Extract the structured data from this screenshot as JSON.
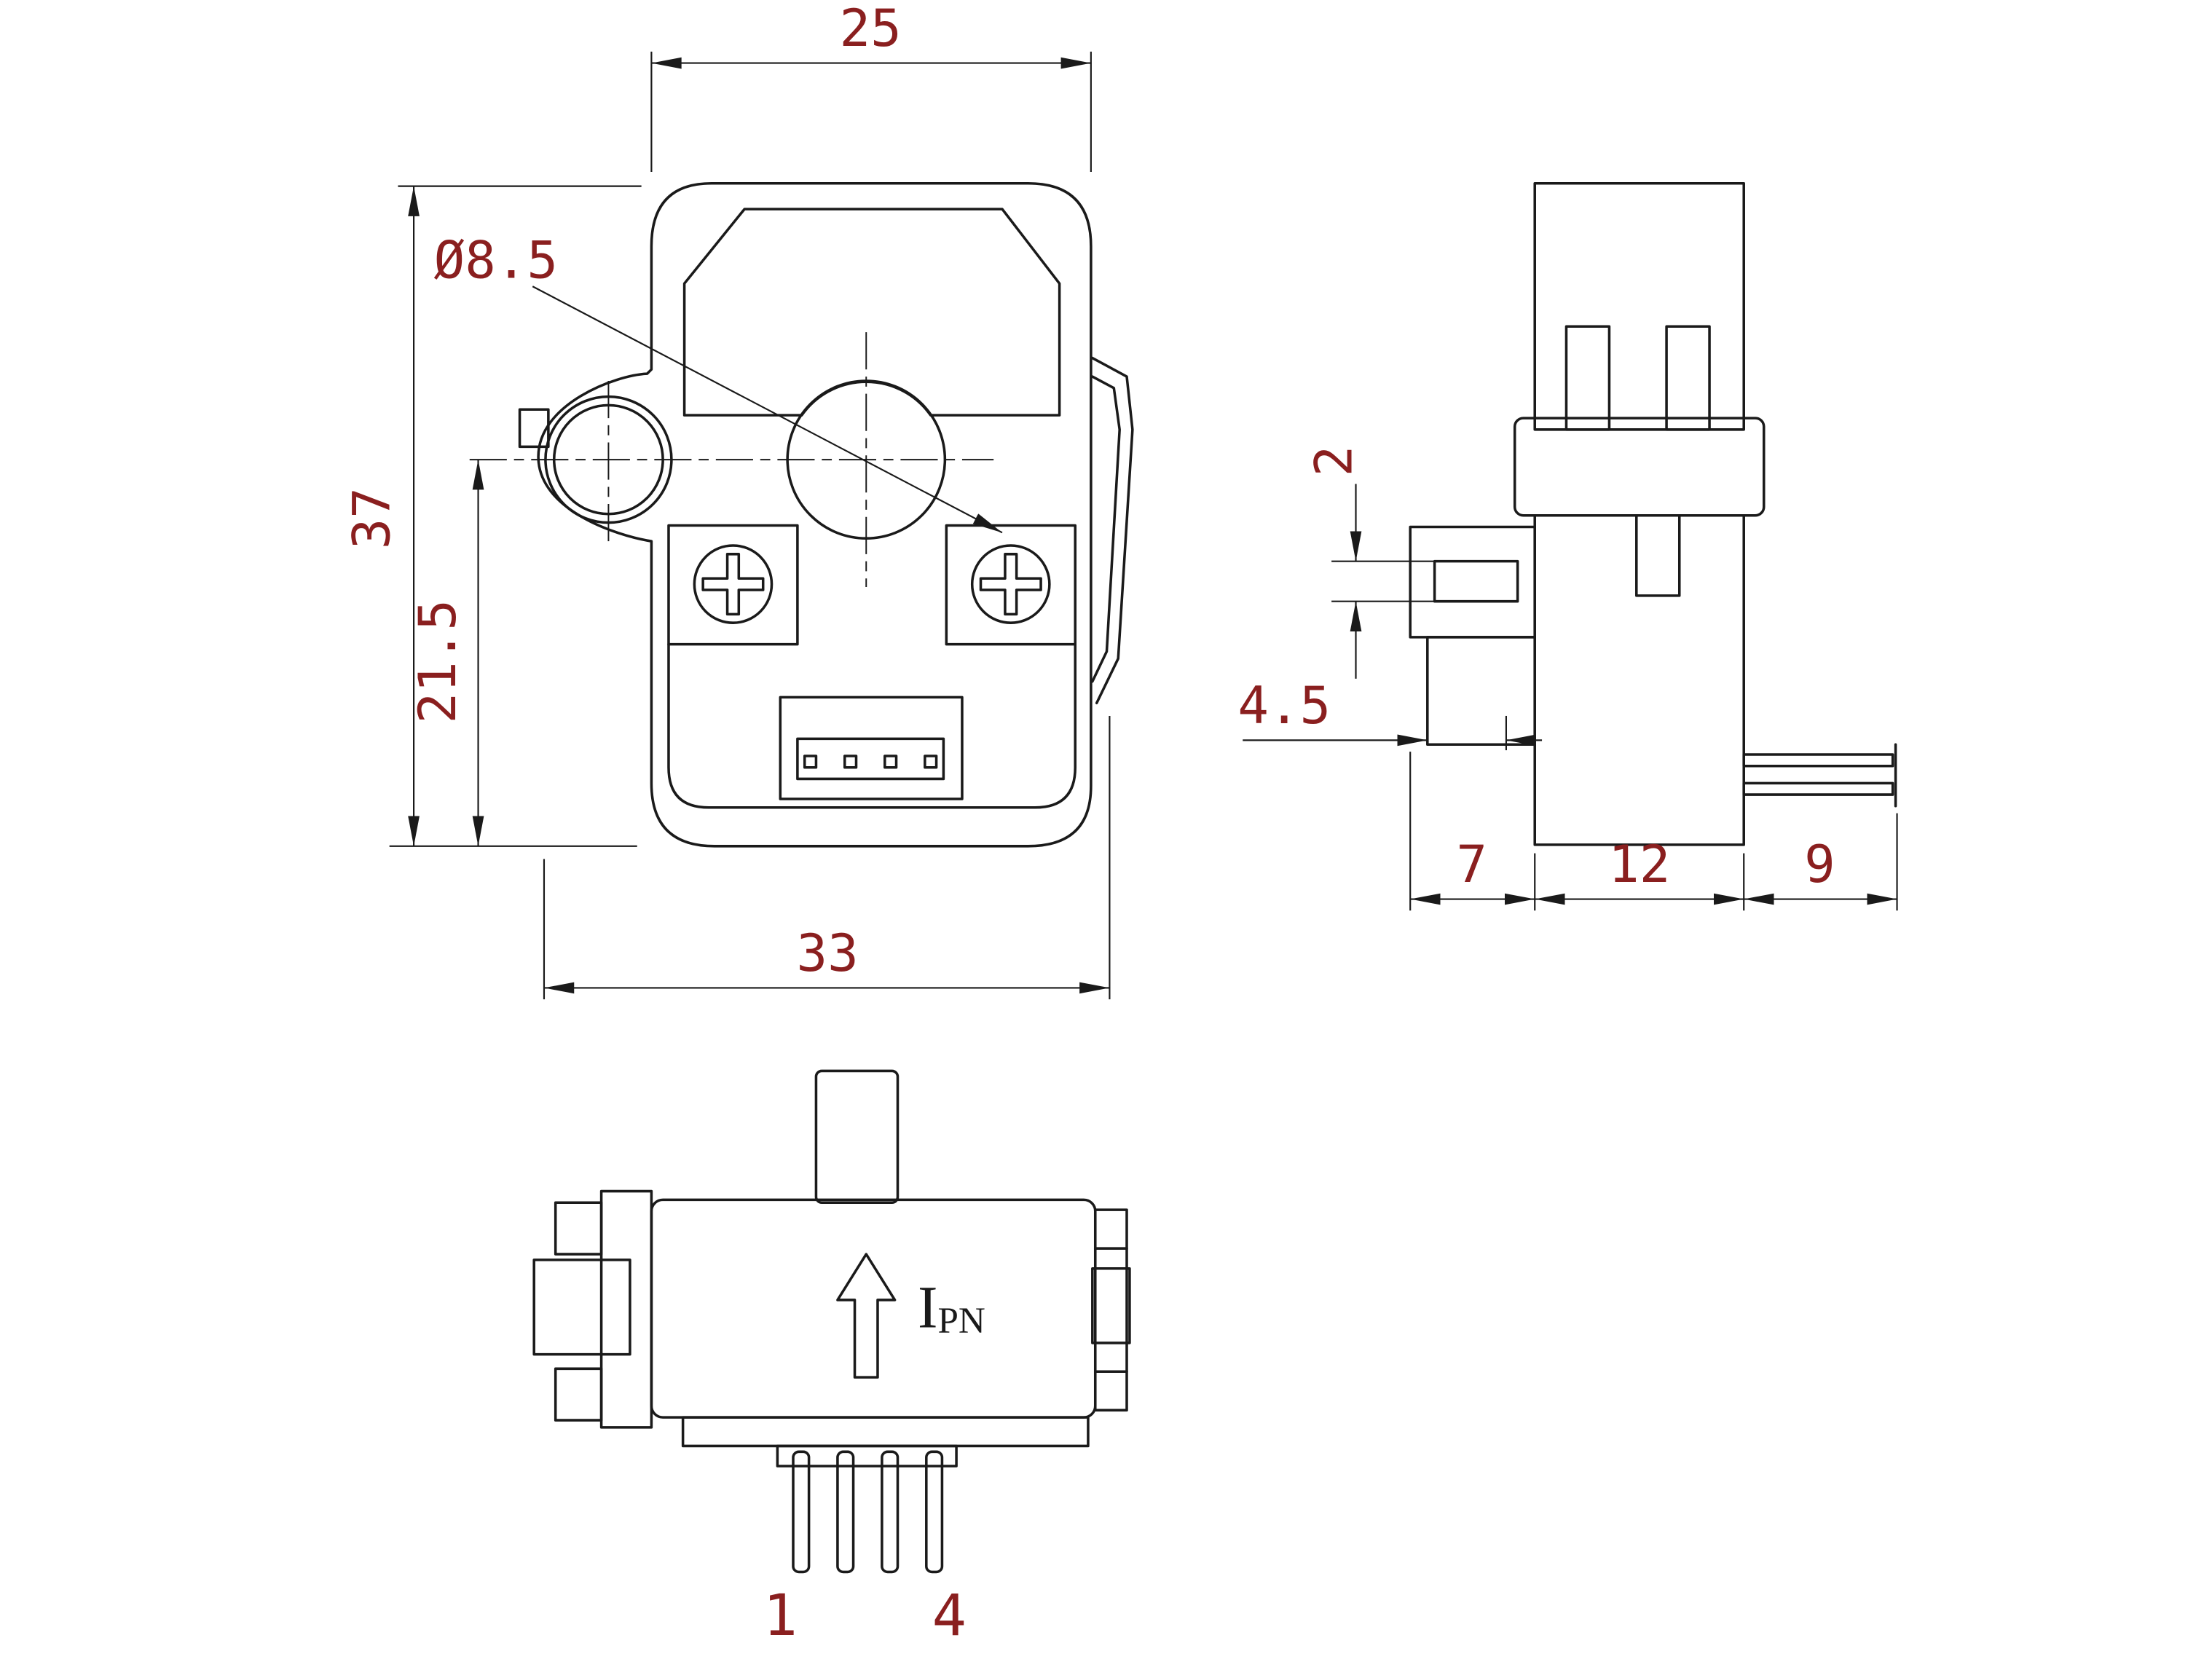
{
  "drawing": {
    "colors": {
      "line_color": "#1a1a1a",
      "dimension_text_color": "#8a1f1f",
      "background_color": "#ffffff"
    },
    "front_view": {
      "dims": {
        "top_width": "25",
        "overall_height": "37",
        "center_height": "21.5",
        "overall_width": "33",
        "aperture_diameter": "Ø8.5"
      }
    },
    "side_view": {
      "dims": {
        "slot_height": "2",
        "step_width": "4.5",
        "boss_depth": "7",
        "body_depth": "12",
        "pin_length": "9"
      }
    },
    "bottom_view": {
      "current_arrow_label": "I",
      "current_arrow_label_sub": "PN",
      "pin_first_label": "1",
      "pin_last_label": "4"
    }
  }
}
